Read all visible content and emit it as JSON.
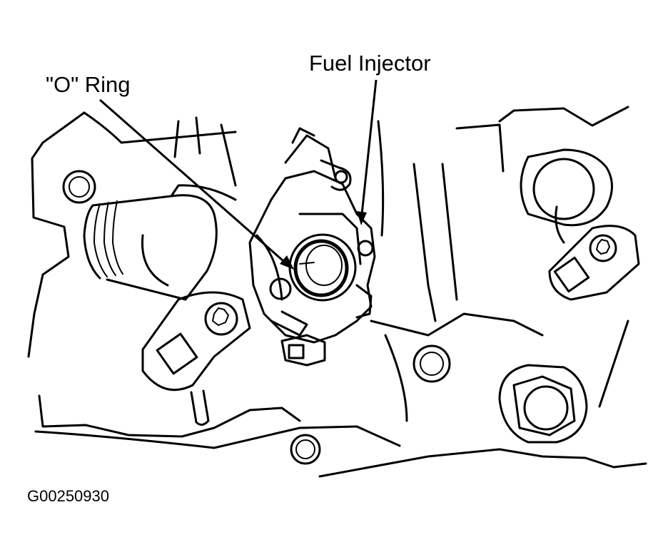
{
  "labels": {
    "fuel_injector": "Fuel Injector",
    "o_ring": "\"O\" Ring"
  },
  "figure_code": "G00250930"
}
